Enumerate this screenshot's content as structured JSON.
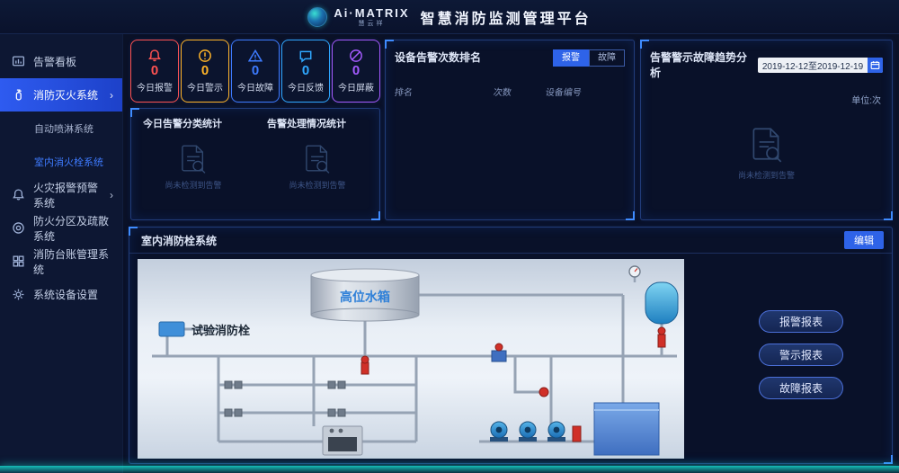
{
  "header": {
    "logo_text": "Ai·MATRIX",
    "logo_sub": "慧云祥",
    "title": "智慧消防监测管理平台"
  },
  "sidebar": {
    "items": [
      {
        "label": "告警看板"
      },
      {
        "label": "消防灭火系统",
        "chevron": "›"
      },
      {
        "label": "自动喷淋系统"
      },
      {
        "label": "室内消火栓系统"
      },
      {
        "label": "火灾报警预警系统",
        "chevron": "›"
      },
      {
        "label": "防火分区及疏散系统"
      },
      {
        "label": "消防台账管理系统"
      },
      {
        "label": "系统设备设置"
      }
    ]
  },
  "stats": {
    "cards": [
      {
        "label": "今日报警",
        "value": "0",
        "color": "#ff5252",
        "icon": "alarm-bell-icon"
      },
      {
        "label": "今日警示",
        "value": "0",
        "color": "#ffb428",
        "icon": "warning-circle-icon"
      },
      {
        "label": "今日故障",
        "value": "0",
        "color": "#3d7bff",
        "icon": "fault-triangle-icon"
      },
      {
        "label": "今日反馈",
        "value": "0",
        "color": "#2fa8ff",
        "icon": "feedback-bubble-icon"
      },
      {
        "label": "今日屏蔽",
        "value": "0",
        "color": "#a55bff",
        "icon": "block-icon"
      }
    ]
  },
  "classify_panel": {
    "left_title": "今日告警分类统计",
    "right_title": "告警处理情况统计",
    "empty_text": "尚未检测到告警"
  },
  "rank_panel": {
    "title": "设备告警次数排名",
    "tabs": [
      "报警",
      "故障"
    ],
    "columns": [
      "排名",
      "次数",
      "设备编号"
    ]
  },
  "trend_panel": {
    "title": "告警警示故障趋势分析",
    "date_range": "2019-12-12至2019-12-19",
    "unit": "单位:次",
    "empty_text": "尚未检测到告警"
  },
  "hydrant_panel": {
    "title": "室内消防栓系统",
    "edit_label": "编辑",
    "tank_label": "高位水箱",
    "test_hydrant_label": "试验消防栓",
    "report_buttons": [
      "报警报表",
      "警示报表",
      "故障报表"
    ]
  },
  "colors": {
    "accent_blue": "#2e63e8",
    "teal_strip": "#17dcd0"
  }
}
